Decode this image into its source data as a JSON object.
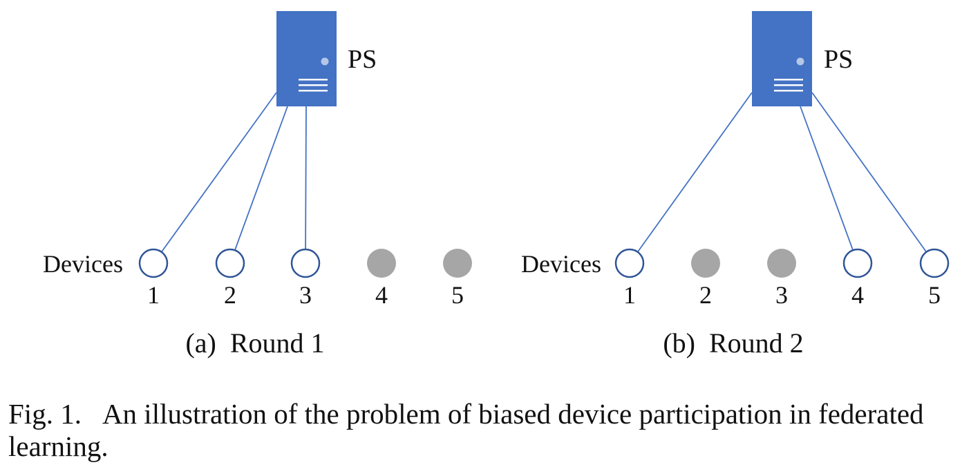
{
  "panels": [
    {
      "server_label": "PS",
      "devices_label": "Devices",
      "subcaption": "(a)  Round 1",
      "devices": [
        {
          "number": "1",
          "participating": true
        },
        {
          "number": "2",
          "participating": true
        },
        {
          "number": "3",
          "participating": true
        },
        {
          "number": "4",
          "participating": false
        },
        {
          "number": "5",
          "participating": false
        }
      ]
    },
    {
      "server_label": "PS",
      "devices_label": "Devices",
      "subcaption": "(b)  Round 2",
      "devices": [
        {
          "number": "1",
          "participating": true
        },
        {
          "number": "2",
          "participating": false
        },
        {
          "number": "3",
          "participating": false
        },
        {
          "number": "4",
          "participating": true
        },
        {
          "number": "5",
          "participating": true
        }
      ]
    }
  ],
  "caption": {
    "figure_number": "Fig. 1.",
    "text": "An illustration of the problem of biased device participation in federated learning."
  },
  "colors": {
    "server": "#4472C4",
    "link": "#4472C4",
    "active_device_stroke": "#2F5597",
    "inactive_device": "#A6A6A6"
  }
}
